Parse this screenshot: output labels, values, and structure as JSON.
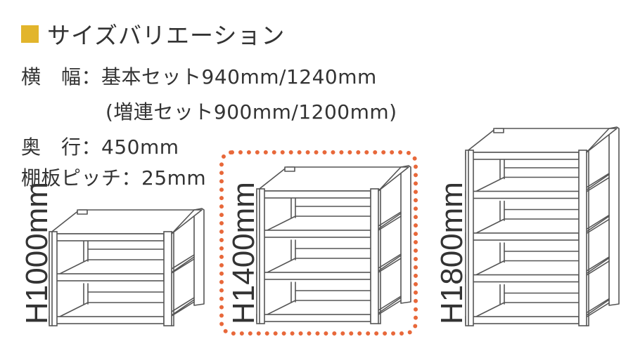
{
  "title": {
    "marker_color": "#e2b52c",
    "text": "サイズバリエーション"
  },
  "specs": {
    "width": {
      "label": "横　幅：",
      "value": "基本セット940mm/1240mm",
      "sub_value": "(増連セット900mm/1200mm)"
    },
    "depth": {
      "label": "奥　行：",
      "value": "450mm"
    },
    "pitch": {
      "label": "棚板ピッチ：",
      "value": "25mm"
    }
  },
  "variants": [
    {
      "height_label": "H1000mm",
      "shelves": 3,
      "highlighted": false
    },
    {
      "height_label": "H1400mm",
      "shelves": 4,
      "highlighted": true
    },
    {
      "height_label": "H1800mm",
      "shelves": 5,
      "highlighted": false
    }
  ],
  "colors": {
    "highlight": "#e8683a",
    "line": "#555555"
  }
}
